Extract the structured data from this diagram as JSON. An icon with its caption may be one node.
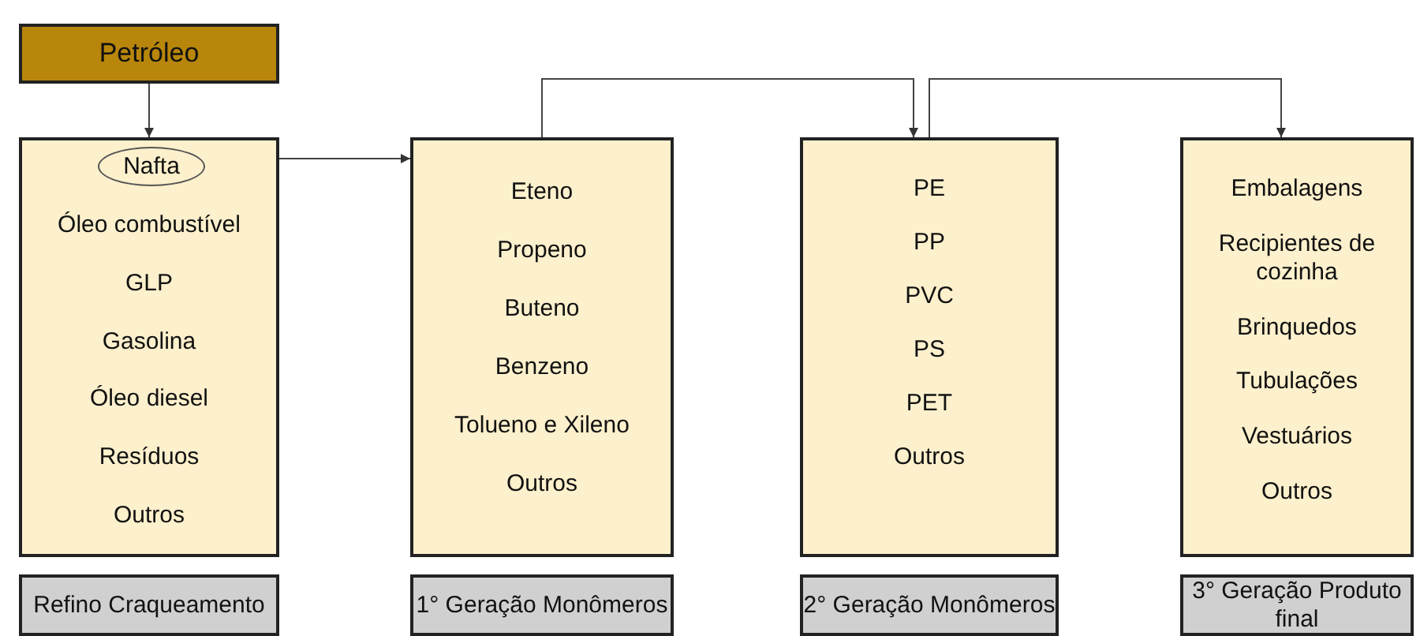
{
  "diagram": {
    "nodes": [
      {
        "text": [
          "Petróleo"
        ]
      },
      {
        "text": [
          "Óleo combustível",
          "GLP",
          "Gasolina",
          "Óleo diesel",
          "Resíduos",
          "Outros"
        ]
      },
      {
        "text": [
          "Nafta"
        ],
        "in": 1
      },
      {
        "text": [
          "Eteno",
          "Propeno",
          "Buteno",
          "Benzeno",
          "Tolueno e Xileno",
          "Outros"
        ]
      },
      {
        "text": [
          "PE",
          "PP",
          "PVC",
          "PS",
          "PET",
          "Outros"
        ]
      },
      {
        "text": [
          "Embalagens",
          "Recipientes de cozinha",
          "Brinquedos",
          "Tubulações",
          "Vestuários",
          "Outros"
        ]
      },
      {
        "text": [
          "Refino Craqueamento"
        ]
      },
      {
        "text": [
          "1° Geração Monômeros"
        ]
      },
      {
        "text": [
          "2° Geração Monômeros"
        ]
      },
      {
        "text": [
          "3° Geração Produto final"
        ]
      }
    ],
    "edges": [
      {
        "from": 0,
        "to": 1,
        "arrow": "to"
      },
      {
        "from": 2,
        "to": 3,
        "arrow": "to"
      },
      {
        "from": 3,
        "to": 4,
        "arrow": "to"
      },
      {
        "from": 4,
        "to": 5,
        "arrow": "to"
      }
    ]
  }
}
